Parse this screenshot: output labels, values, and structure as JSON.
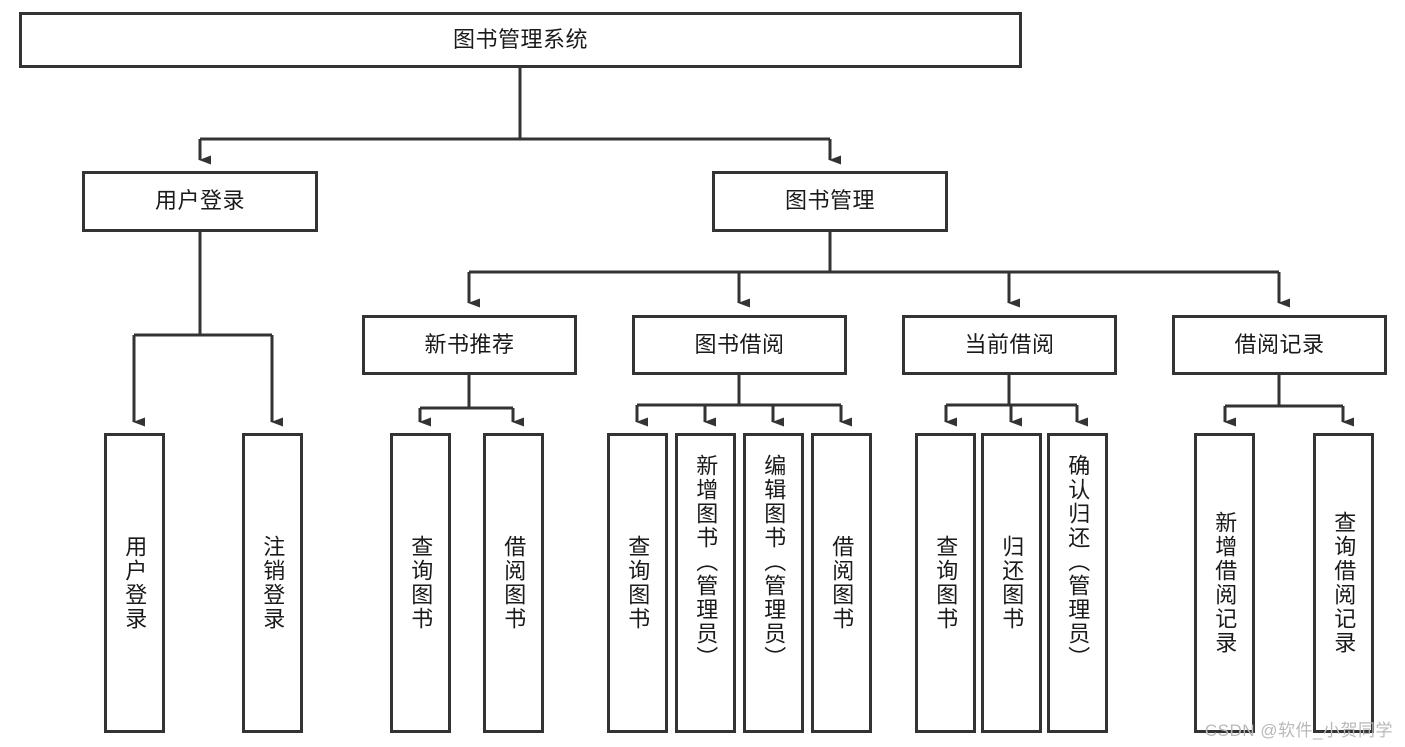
{
  "diagram": {
    "title": "图书管理系统",
    "type": "tree-hierarchy",
    "watermark": "CSDN @软件_小贺同学",
    "stroke_color": "#333333",
    "background_color": "#ffffff",
    "text_color": "#1a1a1a",
    "nodes": {
      "root": {
        "label": "图书管理系统"
      },
      "level2": [
        {
          "label": "用户登录"
        },
        {
          "label": "图书管理"
        }
      ],
      "level3": [
        {
          "label": "新书推荐"
        },
        {
          "label": "图书借阅"
        },
        {
          "label": "当前借阅"
        },
        {
          "label": "借阅记录"
        }
      ],
      "leaves": {
        "user_login": [
          {
            "label": "用户登录"
          },
          {
            "label": "注销登录"
          }
        ],
        "new_book_recommend": [
          {
            "label": "查询图书"
          },
          {
            "label": "借阅图书"
          }
        ],
        "book_borrow": [
          {
            "label": "查询图书"
          },
          {
            "label": "新增图书（管理员）"
          },
          {
            "label": "编辑图书（管理员）"
          },
          {
            "label": "借阅图书"
          }
        ],
        "current_borrow": [
          {
            "label": "查询图书"
          },
          {
            "label": "归还图书"
          },
          {
            "label": "确认归还（管理员）"
          }
        ],
        "borrow_record": [
          {
            "label": "新增借阅记录"
          },
          {
            "label": "查询借阅记录"
          }
        ]
      }
    }
  }
}
